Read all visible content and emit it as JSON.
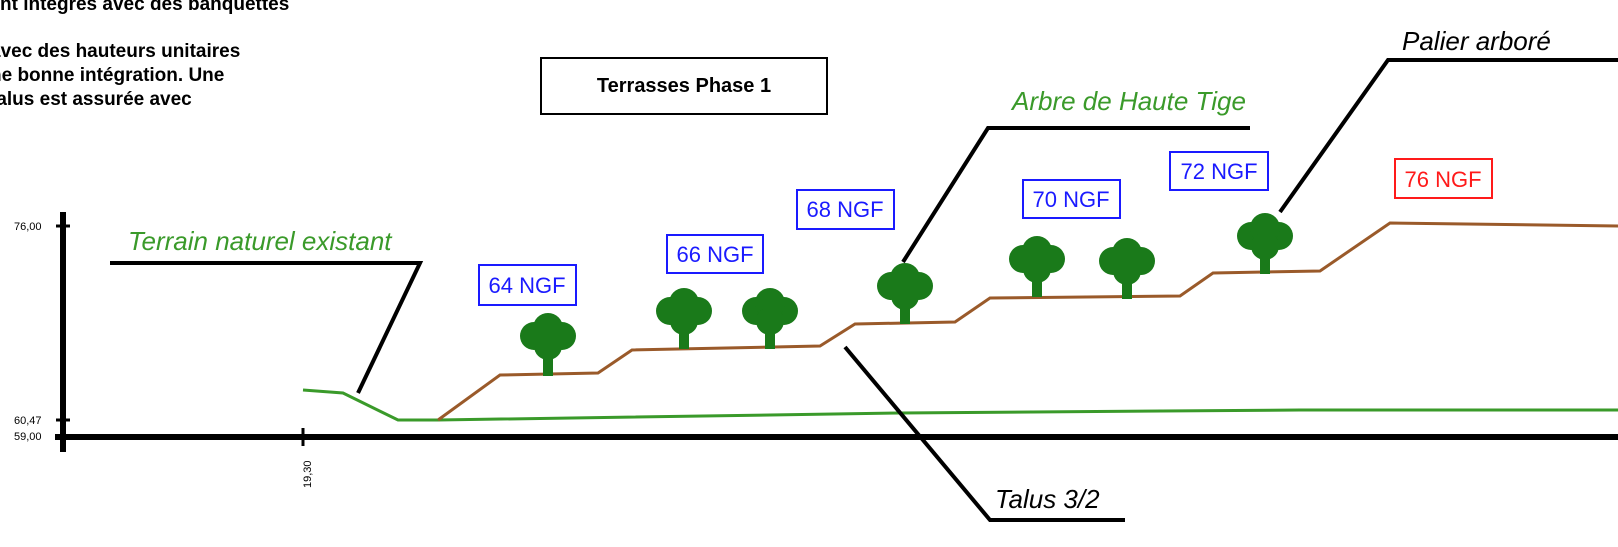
{
  "intro": {
    "lines": [
      "nt intégrés avec des banquettes",
      "avec des hauteurs unitaires",
      "ne bonne intégration. Une",
      "talus est assurée avec"
    ]
  },
  "title": "Terrasses Phase 1",
  "axis": {
    "ticks_y": [
      "76,00",
      "60,47",
      "59,00"
    ],
    "tick_x": "19,30"
  },
  "levels": [
    {
      "label": "64 NGF",
      "color": "#1a1aff"
    },
    {
      "label": "66 NGF",
      "color": "#1a1aff"
    },
    {
      "label": "68 NGF",
      "color": "#1a1aff"
    },
    {
      "label": "70 NGF",
      "color": "#1a1aff"
    },
    {
      "label": "72 NGF",
      "color": "#1a1aff"
    },
    {
      "label": "76 NGF",
      "color": "#ff1a1a"
    }
  ],
  "annotations": {
    "terrain": "Terrain naturel existant",
    "arbre": "Arbre de Haute Tige",
    "palier": "Palier arboré",
    "talus": "Talus 3/2"
  },
  "colors": {
    "terrain_line": "#3a9a2a",
    "terrace_line": "#9a5a2a",
    "tree": "#1a7a1a",
    "label_green": "#3a9a2a"
  }
}
